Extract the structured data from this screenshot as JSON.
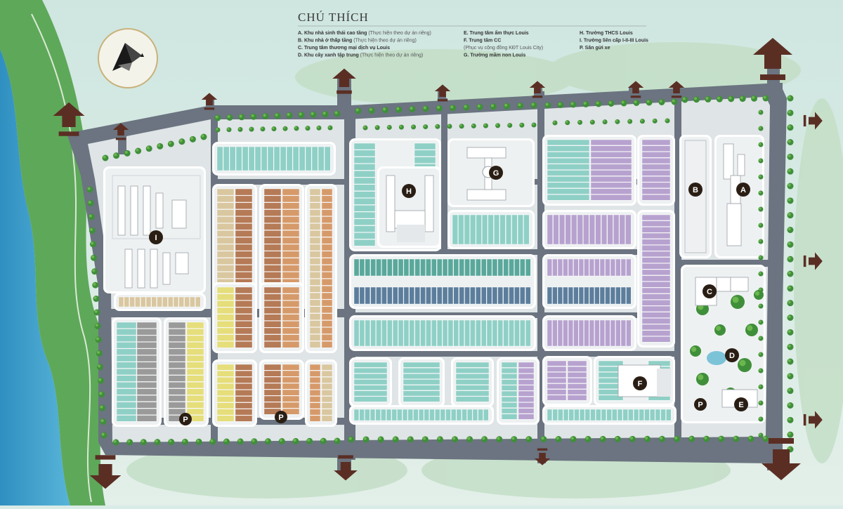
{
  "legend": {
    "title": "CHÚ THÍCH",
    "col1": [
      {
        "main": "A. Khu nhà sinh thái cao tầng",
        "note": "(Thực hiện theo dự án riêng)"
      },
      {
        "main": "B. Khu nhà ở thấp tầng",
        "note": "(Thực hiện theo dự án riêng)"
      },
      {
        "main": "C. Trung tâm thương mại dịch vụ Louis",
        "note": ""
      },
      {
        "main": "D. Khu cây xanh tập trung",
        "note": "(Thực hiện theo dự án riêng)"
      }
    ],
    "col2": [
      {
        "main": "E. Trung tâm ẩm thực Louis",
        "note": ""
      },
      {
        "main": "F. Trung tâm CC",
        "note": ""
      },
      {
        "main": "",
        "note": "(Phục vụ cộng đồng KĐT Louis City)"
      },
      {
        "main": "G. Trường mầm non Louis",
        "note": ""
      }
    ],
    "col3": [
      {
        "main": "H. Trường THCS Louis",
        "note": ""
      },
      {
        "main": "I. Trường liên cấp I-II-III Louis",
        "note": ""
      },
      {
        "main": "P. Sân gửi xe",
        "note": ""
      }
    ]
  },
  "markers": {
    "A": "A",
    "B": "B",
    "C": "C",
    "D": "D",
    "E": "E",
    "F": "F",
    "G": "G",
    "H": "H",
    "I": "I",
    "P": "P"
  },
  "colors": {
    "background": "#d9ebe6",
    "road": "#6b7480",
    "curb": "#ffffff",
    "block_bg": "#eef1f2",
    "teal": "#8fd0c6",
    "teal_dark": "#5aa89b",
    "purple": "#b7a2cf",
    "beige": "#d9c7a0",
    "brown": "#b57a56",
    "orange": "#d69a6a",
    "yellow": "#e5de7a",
    "blue": "#5c7e9c",
    "gray": "#9a9a9a",
    "tree": "#3f8f3a",
    "water": "#3f9fc8",
    "marker": "#2a1e14",
    "arrow": "#5b2e24"
  },
  "icons": {
    "compass": "compass-rose-icon",
    "entrance": "entrance-arrow-icon",
    "tree": "tree-icon"
  }
}
